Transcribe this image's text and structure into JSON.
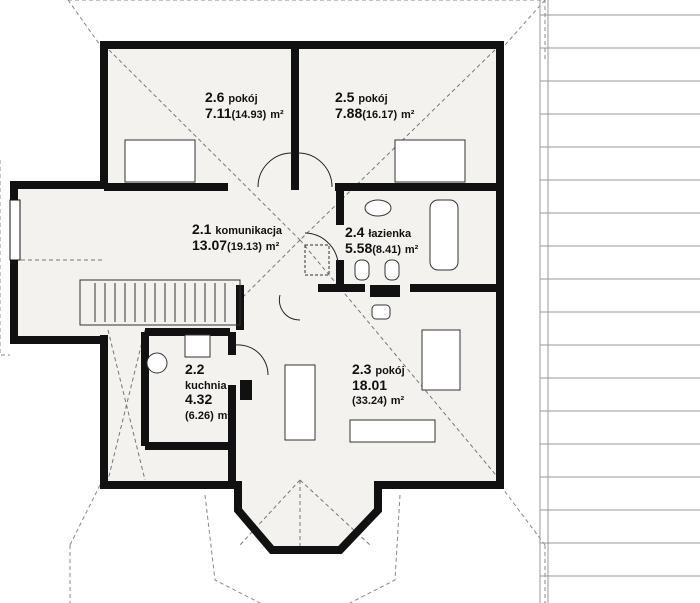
{
  "rooms": [
    {
      "number": "2.6",
      "name": "pokój",
      "area": "7.11",
      "gross": "(14.93)",
      "unit": "m²"
    },
    {
      "number": "2.5",
      "name": "pokój",
      "area": "7.88",
      "gross": "(16.17)",
      "unit": "m²"
    },
    {
      "number": "2.1",
      "name": "komunikacja",
      "area": "13.07",
      "gross": "(19.13)",
      "unit": "m²"
    },
    {
      "number": "2.4",
      "name": "łazienka",
      "area": "5.58",
      "gross": "(8.41)",
      "unit": "m²"
    },
    {
      "number": "2.2",
      "name": "kuchnia",
      "area": "4.32",
      "gross": "(6.26)",
      "unit": "m²"
    },
    {
      "number": "2.3",
      "name": "pokój",
      "area": "18.01",
      "gross": "(33.24)",
      "unit": "m²"
    }
  ],
  "colors": {
    "wall": "#111111",
    "floor": "#f4f2ef",
    "dash": "#777777"
  }
}
